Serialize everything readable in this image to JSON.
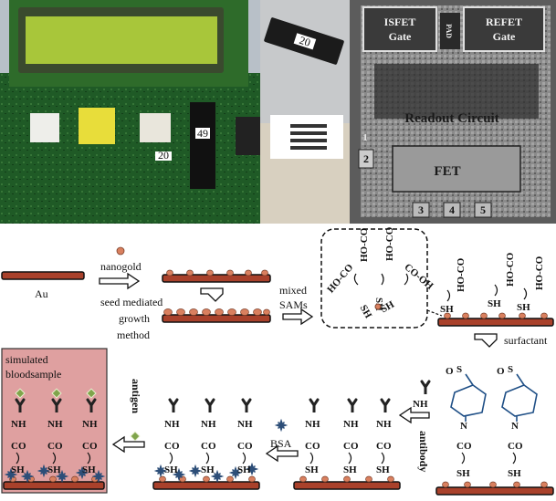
{
  "photos": {
    "chip_label": "20",
    "board_label_1": "49",
    "board_label_2": "20"
  },
  "die": {
    "isfet_line1": "ISFET",
    "isfet_line2": "Gate",
    "refet_line1": "REFET",
    "refet_line2": "Gate",
    "center_label": "PAD",
    "readout": "Readout Circuit",
    "fet": "FET",
    "pad2": "2",
    "pad3": "3",
    "pad4": "4",
    "pad5": "5",
    "pad1": "1"
  },
  "scheme": {
    "au": "Au",
    "nanogold": "nanogold",
    "seed_line1": "seed mediated",
    "seed_line2": "growth",
    "seed_line3": "method",
    "mixed_line1": "mixed",
    "mixed_line2": "SAMs",
    "surfactant": "surfactant",
    "antibody": "antibody",
    "bsa": "BSA",
    "antigen": "antigen",
    "simulated_line1": "simulated",
    "simulated_line2": "bloodsample"
  },
  "chem": {
    "ho_co": "HO-CO",
    "co_oh": "CO-OH",
    "ho": "HO",
    "co": "CO",
    "sh": "SH",
    "nh": "NH",
    "o_minus": "O",
    "s": "S",
    "n": "N"
  },
  "colors": {
    "gold_layer": "#a9412b",
    "gold_dot": "#d9805f",
    "linker_blue": "#1f4f86",
    "bsa_star": "#2d4e78",
    "sample_box": "#dfa0a0",
    "antigen_green": "#7fa44b"
  }
}
